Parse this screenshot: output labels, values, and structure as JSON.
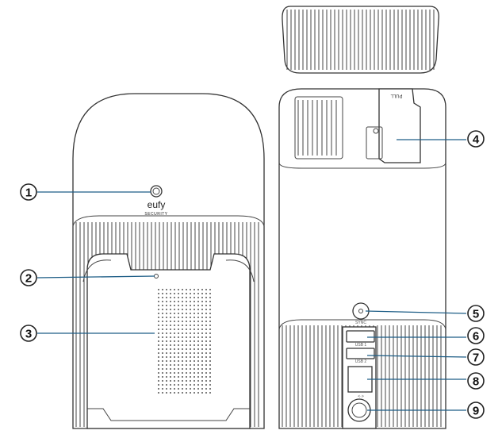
{
  "logo": {
    "brand": "eufy",
    "sub": "SECURITY"
  },
  "labels": {
    "sync": "SYNC",
    "usb1": "USB 1",
    "usb2": "USB 2",
    "pull": "PULL",
    "ethernet": "<·>"
  },
  "callouts": [
    "1",
    "2",
    "3",
    "4",
    "5",
    "6",
    "7",
    "8",
    "9"
  ],
  "colors": {
    "leader": "#1d5d86",
    "outline": "#333333"
  }
}
